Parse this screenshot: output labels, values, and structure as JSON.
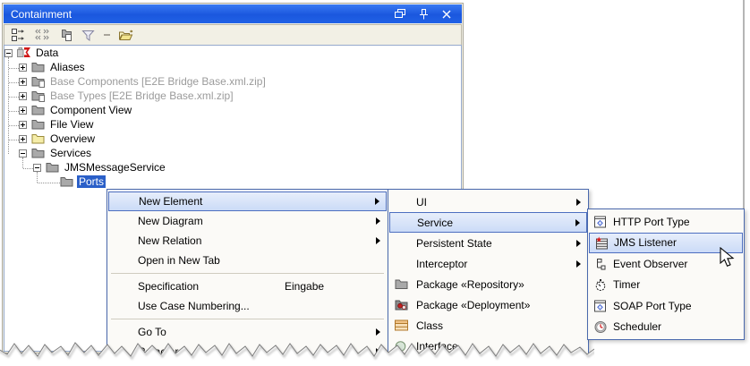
{
  "colors": {
    "titlebar_gradient_top": "#3A7AF2",
    "titlebar_gradient_bottom": "#2162E6",
    "tree_selection_bg": "#2A5FC8",
    "menu_highlight_bg": "#CBDBF7",
    "menu_highlight_border": "#4D6FC0",
    "menu_border": "#4A69AD",
    "disabled_text": "#9B9B9B"
  },
  "window": {
    "title": "Containment",
    "controls": [
      {
        "icon": "float-window-icon"
      },
      {
        "icon": "pin-icon"
      },
      {
        "icon": "close-icon"
      }
    ]
  },
  "toolbar": {
    "icons": [
      "open-in-new-tree-icon",
      "collapse-all-icon",
      "copy-structure-icon",
      "filter-icon",
      "dash-separator",
      "open-folder-icon"
    ]
  },
  "tree": {
    "items": [
      {
        "label": "Data",
        "level": 0,
        "expand": "minus",
        "icon": "model-root-icon"
      },
      {
        "label": "Aliases",
        "level": 1,
        "expand": "plus",
        "icon": "folder-icon"
      },
      {
        "label": "Base Components [E2E Bridge Base.xml.zip]",
        "level": 1,
        "expand": "plus",
        "icon": "folder-doc-icon",
        "gray": true
      },
      {
        "label": "Base Types [E2E Bridge Base.xml.zip]",
        "level": 1,
        "expand": "plus",
        "icon": "folder-doc-icon",
        "gray": true
      },
      {
        "label": "Component View",
        "level": 1,
        "expand": "plus",
        "icon": "folder-icon"
      },
      {
        "label": "File View",
        "level": 1,
        "expand": "plus",
        "icon": "folder-icon"
      },
      {
        "label": "Overview",
        "level": 1,
        "expand": "plus",
        "icon": "folder-yellow-icon"
      },
      {
        "label": "Services",
        "level": 1,
        "expand": "minus",
        "icon": "folder-icon"
      },
      {
        "label": "JMSMessageService",
        "level": 2,
        "expand": "minus",
        "icon": "folder-icon"
      },
      {
        "label": "Ports",
        "level": 3,
        "expand": "none",
        "icon": "folder-icon",
        "selected": true
      }
    ]
  },
  "context_menu": {
    "items": [
      {
        "label": "New Element",
        "submenu": true,
        "highlighted": true
      },
      {
        "label": "New Diagram",
        "submenu": true
      },
      {
        "label": "New Relation",
        "submenu": true
      },
      {
        "label": "Open in New Tab"
      },
      {
        "separator": true
      },
      {
        "label": "Specification",
        "shortcut": "Eingabe"
      },
      {
        "label": "Use Case Numbering..."
      },
      {
        "separator": true
      },
      {
        "label": "Go To",
        "submenu": true
      },
      {
        "label": "Refactor",
        "submenu": true
      }
    ]
  },
  "new_element_menu": {
    "items": [
      {
        "label": "UI",
        "submenu": true
      },
      {
        "label": "Service",
        "submenu": true,
        "highlighted": true
      },
      {
        "label": "Persistent State",
        "submenu": true
      },
      {
        "label": "Interceptor",
        "submenu": true
      },
      {
        "label": "Package «Repository»",
        "icon": "package-folder-icon"
      },
      {
        "label": "Package «Deployment»",
        "icon": "deployment-folder-icon"
      },
      {
        "label": "Class",
        "icon": "class-icon"
      },
      {
        "label": "Interface",
        "icon": "interface-icon"
      }
    ]
  },
  "service_menu": {
    "items": [
      {
        "label": "HTTP Port Type",
        "icon": "http-port-type-icon"
      },
      {
        "label": "JMS Listener",
        "icon": "jms-listener-icon",
        "highlighted": true
      },
      {
        "label": "Event Observer",
        "icon": "event-observer-icon"
      },
      {
        "label": "Timer",
        "icon": "timer-icon"
      },
      {
        "label": "SOAP Port Type",
        "icon": "soap-port-type-icon"
      },
      {
        "label": "Scheduler",
        "icon": "scheduler-icon"
      }
    ]
  }
}
